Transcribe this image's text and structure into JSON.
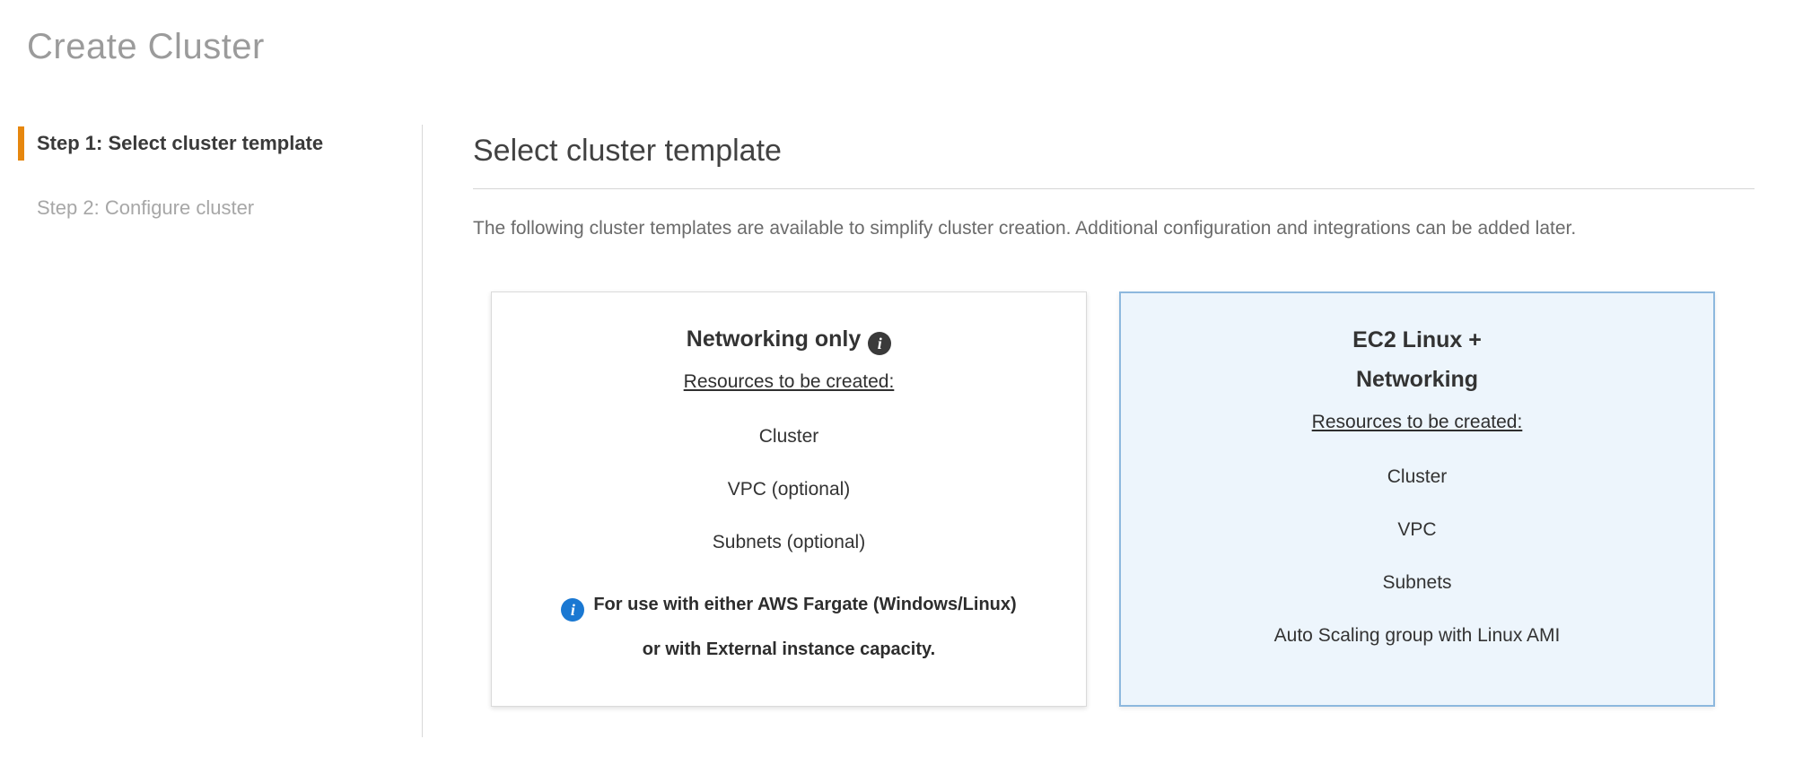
{
  "page": {
    "title": "Create Cluster"
  },
  "steps": [
    {
      "label": "Step 1: Select cluster template",
      "active": true
    },
    {
      "label": "Step 2: Configure cluster",
      "active": false
    }
  ],
  "main": {
    "heading": "Select cluster template",
    "description": "The following cluster templates are available to simplify cluster creation. Additional configuration and integrations can be added later.",
    "cards": [
      {
        "title": "Networking only",
        "resources_label": "Resources to be created:",
        "resources": [
          "Cluster",
          "VPC (optional)",
          "Subnets (optional)"
        ],
        "note": "For use with either AWS Fargate (Windows/Linux)\nor with External instance capacity.",
        "selected": false
      },
      {
        "title": "EC2 Linux +\nNetworking",
        "resources_label": "Resources to be created:",
        "resources": [
          "Cluster",
          "VPC",
          "Subnets",
          "Auto Scaling group with Linux AMI"
        ],
        "selected": true
      }
    ]
  },
  "icons": {
    "title_info_icon": "info-circle",
    "note_info_icon": "info-circle",
    "info_glyph": "i"
  },
  "colors": {
    "accent_orange": "#e6870e",
    "selected_card_border": "#8db8de",
    "selected_card_bg": "#edf5fc",
    "info_blue": "#1a78d2",
    "page_title_gray": "#9b9b9b"
  }
}
